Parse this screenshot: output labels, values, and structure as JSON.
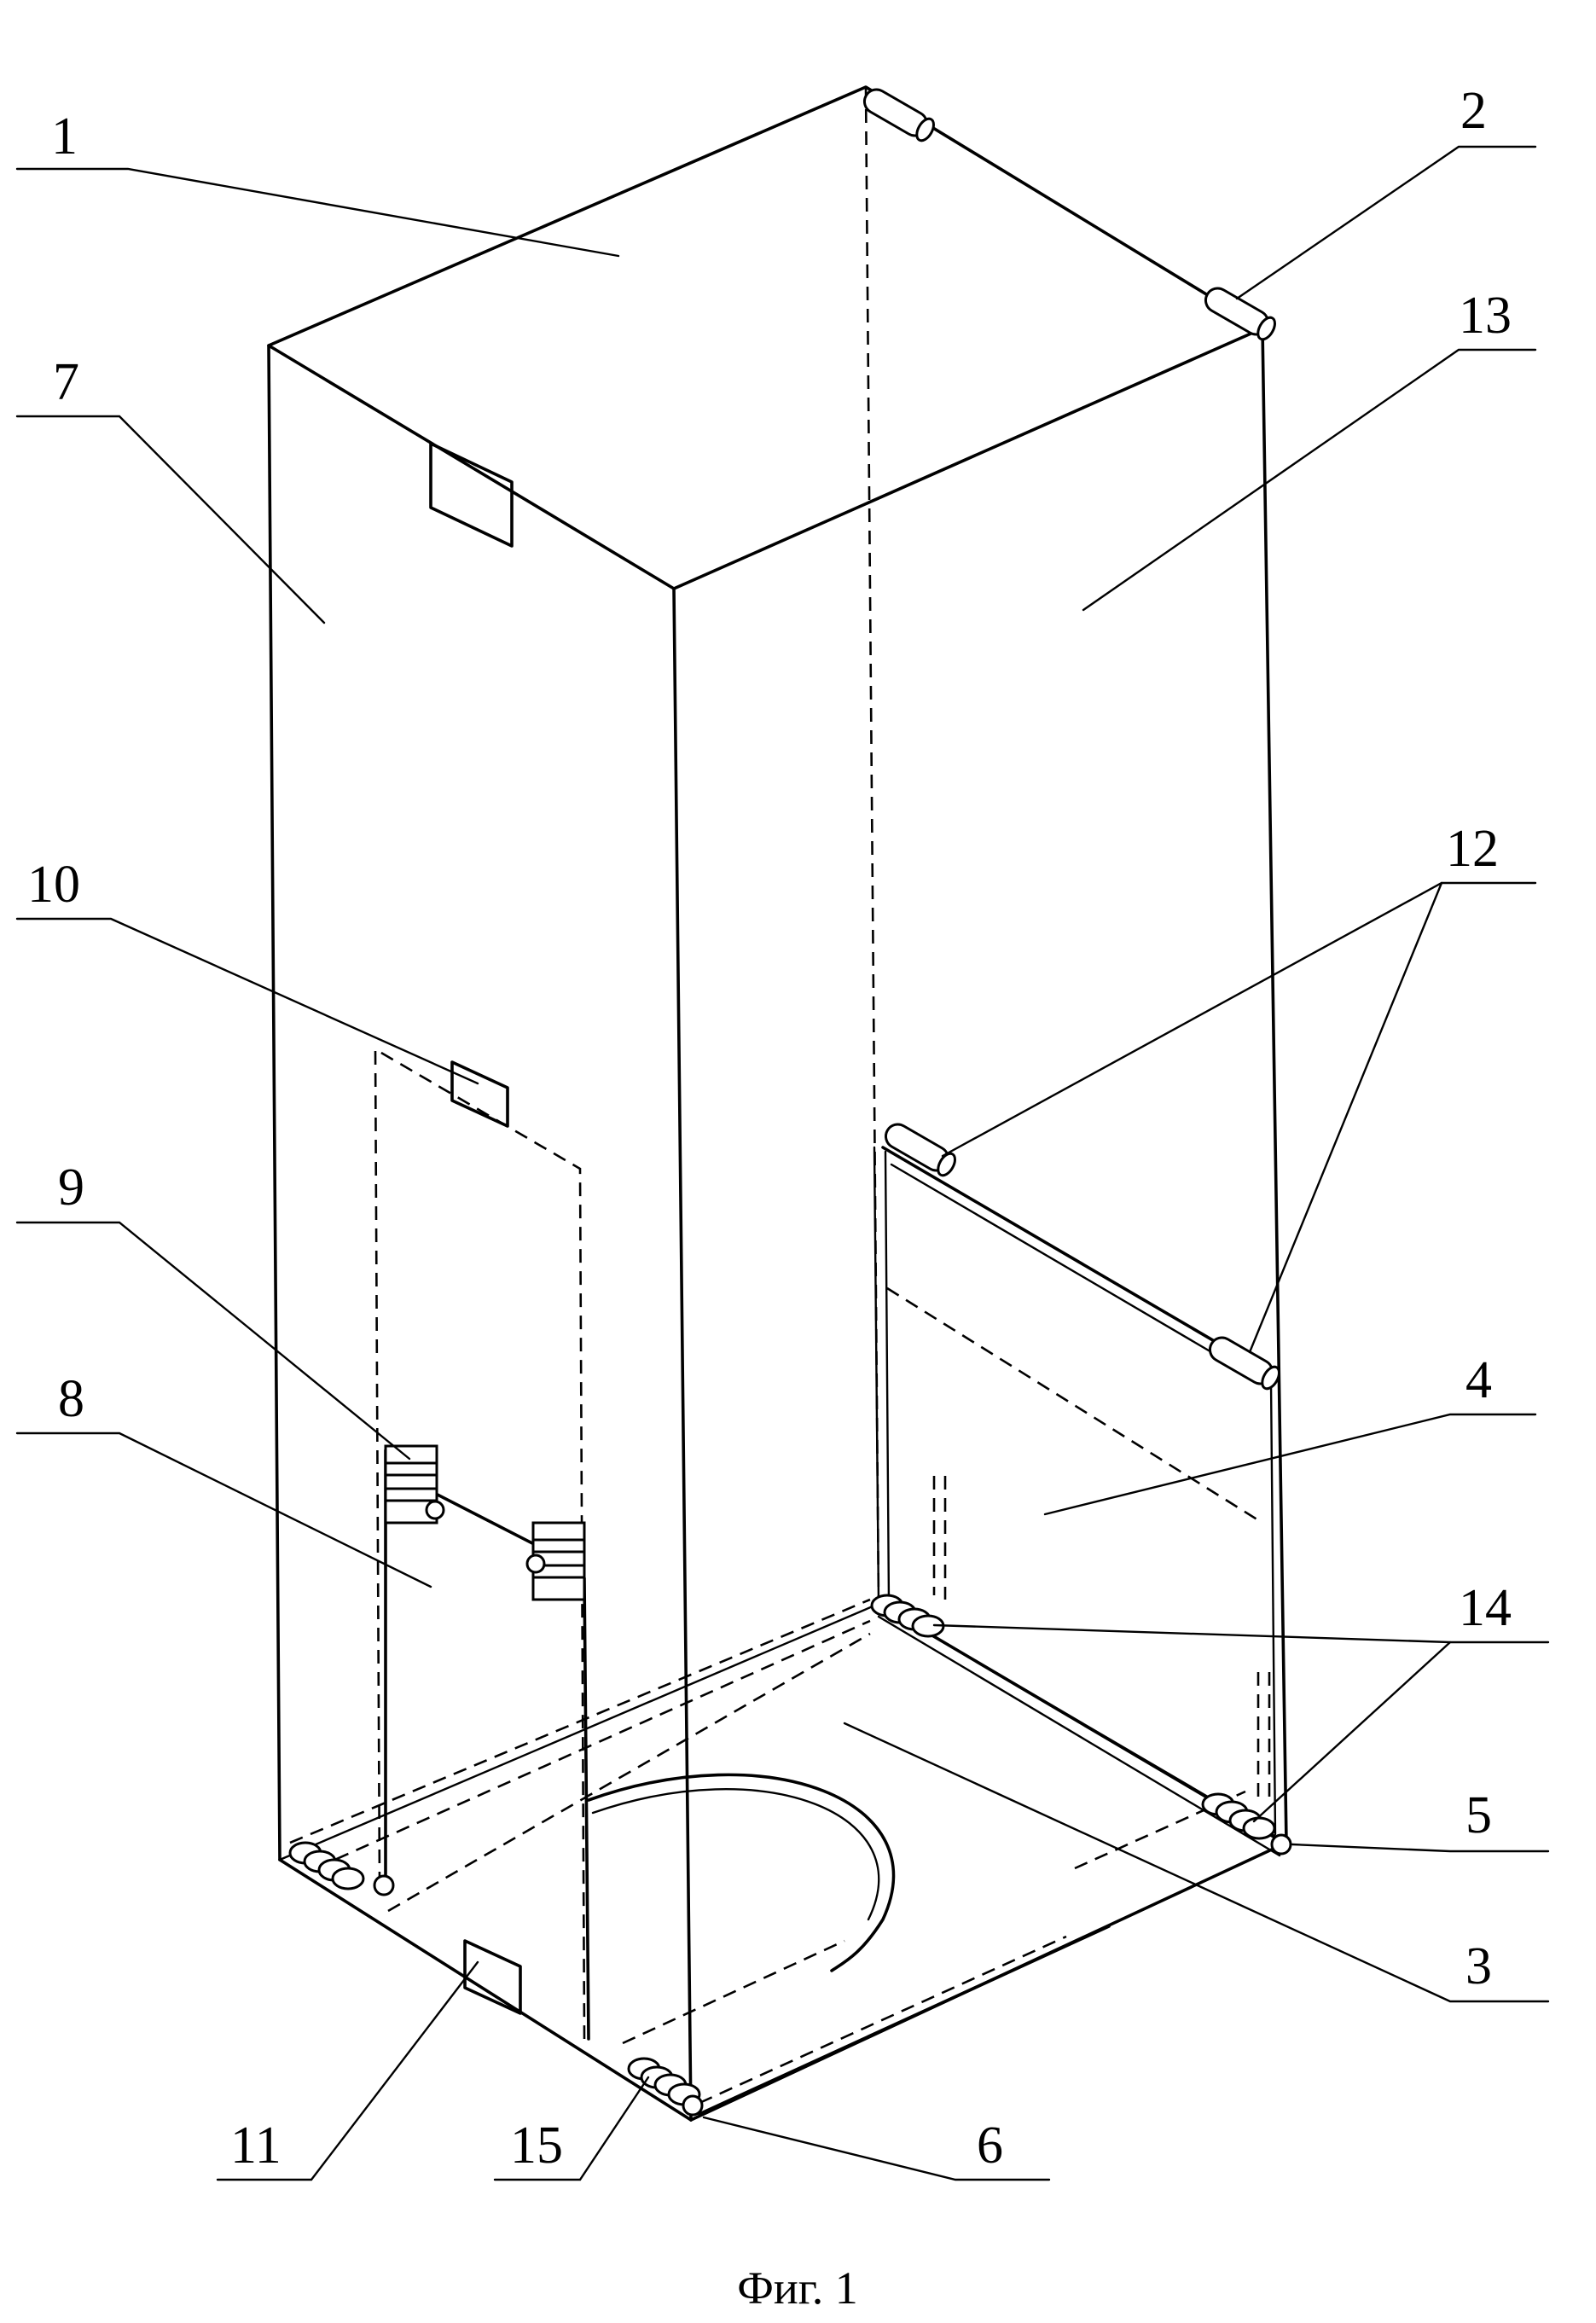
{
  "caption": "Фиг. 1",
  "labels": {
    "l1": "1",
    "l2": "2",
    "l3": "3",
    "l4": "4",
    "l5": "5",
    "l6": "6",
    "l7": "7",
    "l8": "8",
    "l9": "9",
    "l10": "10",
    "l11": "11",
    "l12": "12",
    "l13": "13",
    "l14": "14",
    "l15": "15"
  }
}
